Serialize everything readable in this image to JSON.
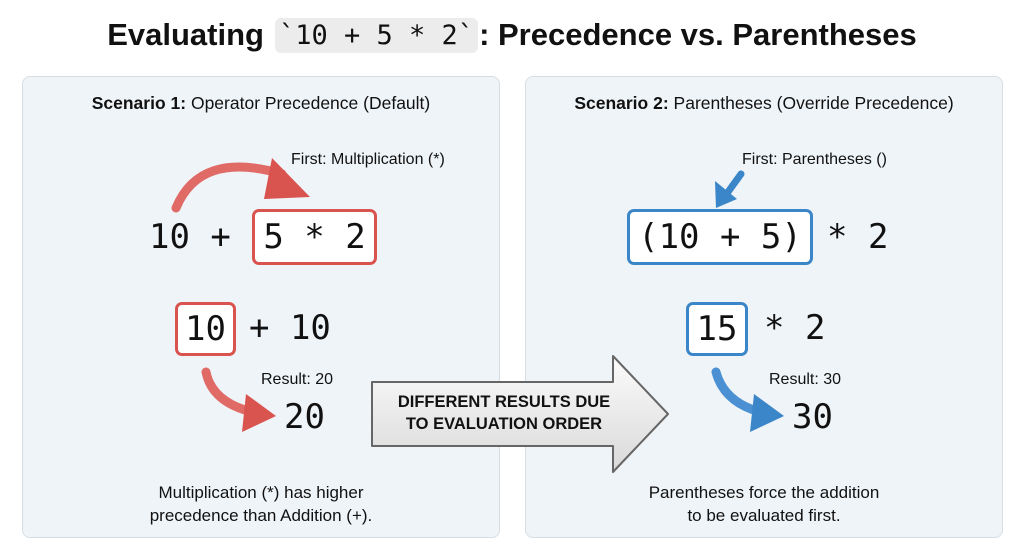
{
  "title": {
    "prefix": "Evaluating",
    "code": "`10 + 5 * 2`",
    "suffix": ": Precedence vs. Parentheses"
  },
  "scenario1": {
    "heading_bold": "Scenario 1:",
    "heading_rest": " Operator Precedence (Default)",
    "first_note": "First: Multiplication (*)",
    "expr_plain": "10 +",
    "expr_boxed": "5 * 2",
    "step_boxed": "10",
    "step_plain": "+ 10",
    "result_label": "Result: 20",
    "result_value": "20",
    "desc_line1": "Multiplication (*) has higher",
    "desc_line2": "precedence than Addition (+)."
  },
  "scenario2": {
    "heading_bold": "Scenario 2:",
    "heading_rest": " Parentheses (Override Precedence)",
    "first_note": "First: Parentheses ()",
    "expr_boxed": "(10 + 5)",
    "expr_plain": "* 2",
    "step_boxed": "15",
    "step_plain": "* 2",
    "result_label": "Result: 30",
    "result_value": "30",
    "desc_line1": "Parentheses force the addition",
    "desc_line2": "to be evaluated first."
  },
  "banner": {
    "line1": "DIFFERENT RESULTS DUE",
    "line2": "TO EVALUATION ORDER"
  },
  "colors": {
    "red_accent": "#d9534f",
    "blue_accent": "#3a86c8",
    "panel_bg": "#eff4f8"
  }
}
